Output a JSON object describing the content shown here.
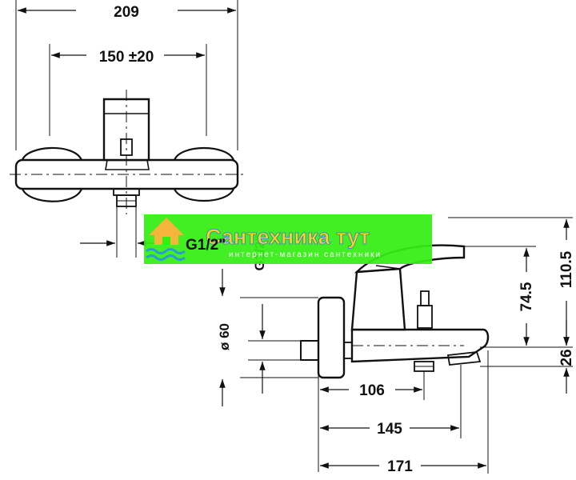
{
  "dimensions": {
    "overall_width": "209",
    "centres": "150 ±20",
    "connection_thread_front": "G1/2\"",
    "connection_thread_side": "G1/2\"",
    "rosette_diameter": "ø 60",
    "spout_to_handle_height": "74.5",
    "overall_height": "110.5",
    "spout_drop": "26",
    "projection_inner": "106",
    "projection_middle": "145",
    "projection_outer": "171"
  },
  "watermark": {
    "brand": "Сантехника тут",
    "tagline": "интернет-магазин сантехники",
    "banner_color": "#33ee11",
    "logo_color": "#f4b53a",
    "brand_color": "#ffd21a",
    "water_color": "#2a9ad8"
  }
}
